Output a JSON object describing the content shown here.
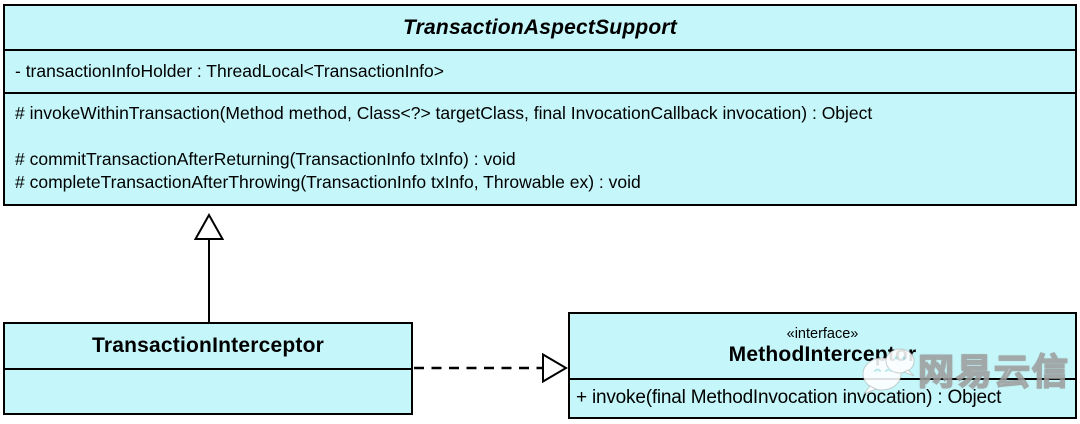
{
  "diagram": {
    "kind": "uml-class-diagram",
    "colors": {
      "box_fill": "#c5f6f9",
      "box_border": "#000000",
      "canvas_background": "#ffffff",
      "watermark": "#ffffff"
    },
    "top_class": {
      "name": "TransactionAspectSupport",
      "is_abstract": true,
      "field": "- transactionInfoHolder : ThreadLocal<TransactionInfo>",
      "methods": [
        "# invokeWithinTransaction(Method method, Class<?> targetClass, final InvocationCallback invocation) : Object",
        "",
        "# commitTransactionAfterReturning(TransactionInfo txInfo) : void",
        "# completeTransactionAfterThrowing(TransactionInfo txInfo, Throwable ex) : void"
      ]
    },
    "left_class": {
      "name": "TransactionInterceptor"
    },
    "right_class": {
      "stereotype": "«interface»",
      "name": "MethodInterceptor",
      "method": "+ invoke(final MethodInvocation invocation) : Object"
    },
    "relations": {
      "generalization": {
        "from": "TransactionInterceptor",
        "to": "TransactionAspectSupport",
        "style": "solid line, hollow triangle"
      },
      "realization": {
        "from": "TransactionInterceptor",
        "to": "MethodInterceptor",
        "style": "dashed line, hollow triangle"
      }
    },
    "watermark": {
      "text": "网易云信",
      "icon": "wechat-bubbles-icon"
    }
  }
}
